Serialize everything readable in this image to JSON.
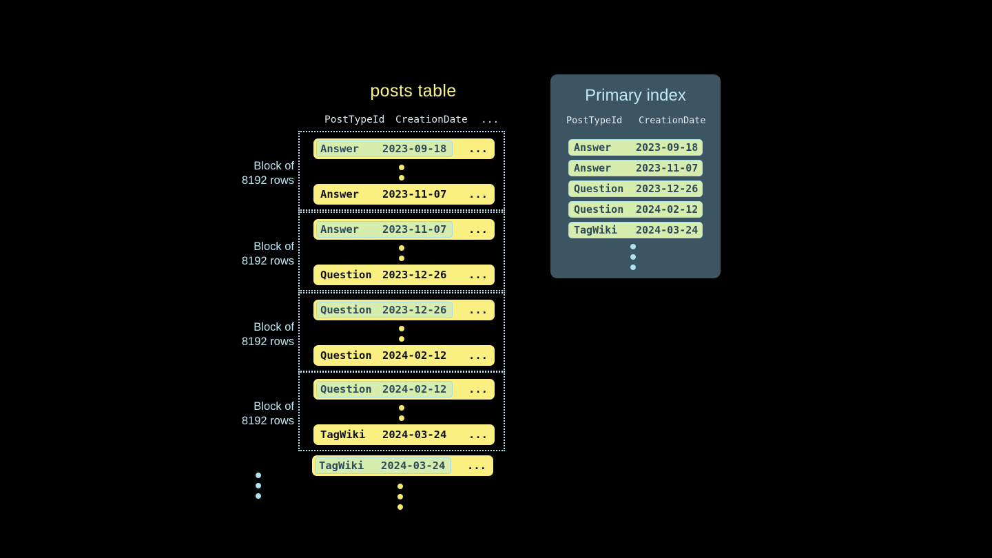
{
  "posts_table": {
    "title": "posts table",
    "columns": [
      "PostTypeId",
      "CreationDate",
      "..."
    ],
    "block_label_line1": "Block of",
    "block_label_line2": "8192 rows",
    "ellipsis_more": "...",
    "blocks": [
      {
        "label_line1": "Block of",
        "label_line2": "8192 rows",
        "first_row": {
          "post_type_id": "Answer",
          "creation_date": "2023-09-18",
          "more": "...",
          "highlighted": true
        },
        "last_row": {
          "post_type_id": "Answer",
          "creation_date": "2023-11-07",
          "more": "...",
          "highlighted": false
        }
      },
      {
        "label_line1": "Block of",
        "label_line2": "8192 rows",
        "first_row": {
          "post_type_id": "Answer",
          "creation_date": "2023-11-07",
          "more": "...",
          "highlighted": true
        },
        "last_row": {
          "post_type_id": "Question",
          "creation_date": "2023-12-26",
          "more": "...",
          "highlighted": false
        }
      },
      {
        "label_line1": "Block of",
        "label_line2": "8192 rows",
        "first_row": {
          "post_type_id": "Question",
          "creation_date": "2023-12-26",
          "more": "...",
          "highlighted": true
        },
        "last_row": {
          "post_type_id": "Question",
          "creation_date": "2024-02-12",
          "more": "...",
          "highlighted": false
        }
      },
      {
        "label_line1": "Block of",
        "label_line2": "8192 rows",
        "first_row": {
          "post_type_id": "Question",
          "creation_date": "2024-02-12",
          "more": "...",
          "highlighted": true
        },
        "last_row": {
          "post_type_id": "TagWiki",
          "creation_date": "2024-03-24",
          "more": "...",
          "highlighted": false
        }
      }
    ],
    "trailing_row": {
      "post_type_id": "TagWiki",
      "creation_date": "2024-03-24",
      "more": "...",
      "highlighted": true
    }
  },
  "primary_index": {
    "title": "Primary index",
    "columns": [
      "PostTypeId",
      "CreationDate"
    ],
    "rows": [
      {
        "post_type_id": "Answer",
        "creation_date": "2023-09-18"
      },
      {
        "post_type_id": "Answer",
        "creation_date": "2023-11-07"
      },
      {
        "post_type_id": "Question",
        "creation_date": "2023-12-26"
      },
      {
        "post_type_id": "Question",
        "creation_date": "2024-02-12"
      },
      {
        "post_type_id": "TagWiki",
        "creation_date": "2024-03-24"
      }
    ]
  },
  "colors": {
    "background": "#000000",
    "row_yellow": "#FAF082",
    "highlight_green": "#D7EDAE",
    "highlight_border": "#A7D9E9",
    "panel": "#3D5463",
    "cyan_text": "#BFE8F5",
    "title_yellow": "#F7F28A",
    "dot_yellow": "#F4E96B",
    "dot_cyan": "#AEE4F2"
  }
}
